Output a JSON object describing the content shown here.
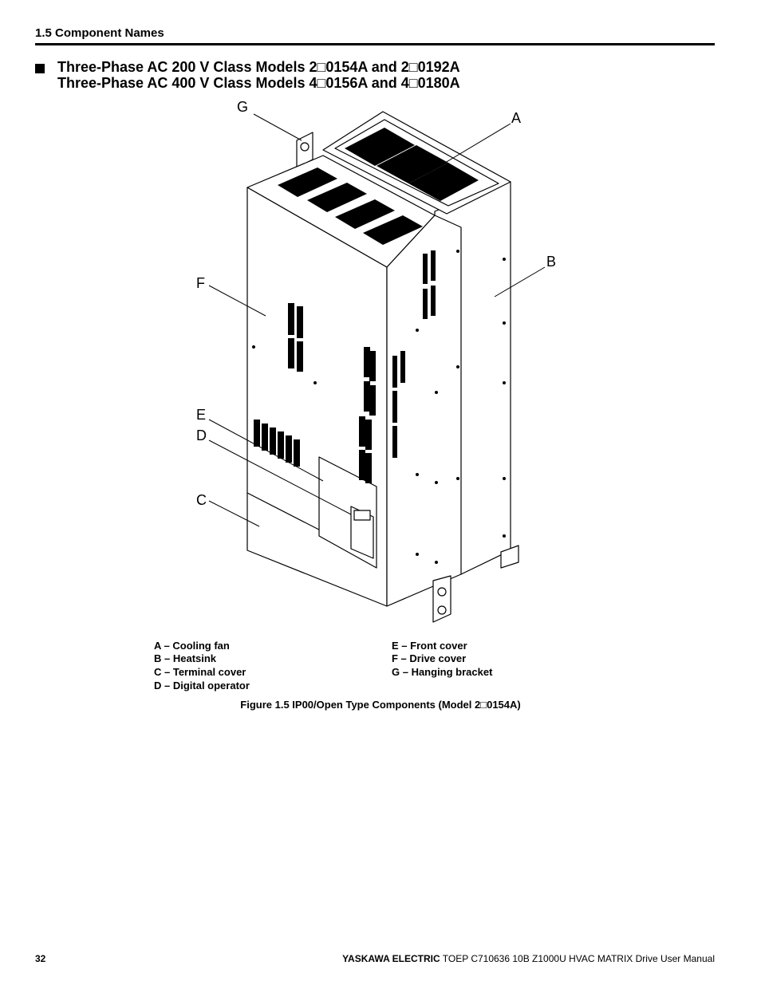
{
  "header": {
    "section": "1.5 Component Names"
  },
  "title": {
    "line1": "Three-Phase AC 200 V Class Models 2□0154A and 2□0192A",
    "line2": "Three-Phase AC 400 V Class Models 4□0156A and 4□0180A"
  },
  "figure": {
    "callouts": [
      "A",
      "B",
      "C",
      "D",
      "E",
      "F",
      "G"
    ],
    "legend": {
      "left": [
        "A – Cooling fan",
        "B – Heatsink",
        "C – Terminal cover",
        "D – Digital operator"
      ],
      "right": [
        "E – Front cover",
        "F – Drive cover",
        "G – Hanging bracket"
      ]
    },
    "caption": "Figure 1.5  IP00/Open Type Components (Model 2□0154A)"
  },
  "footer": {
    "page_number": "32",
    "publisher": "YASKAWA ELECTRIC",
    "document": " TOEP C710636 10B Z1000U HVAC MATRIX Drive User Manual"
  }
}
